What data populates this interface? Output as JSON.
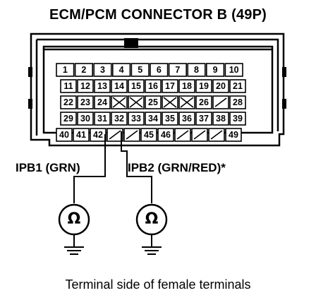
{
  "title": "ECM/PCM CONNECTOR B (49P)",
  "connector": {
    "rows": [
      [
        "1",
        "2",
        "3",
        "4",
        "5",
        "6",
        "7",
        "8",
        "9",
        "10"
      ],
      [
        "11",
        "12",
        "13",
        "14",
        "15",
        "16",
        "17",
        "18",
        "19",
        "20",
        "21"
      ],
      [
        "22",
        "23",
        "24",
        "",
        "",
        "25",
        "",
        "",
        "26",
        "",
        "28"
      ],
      [
        "29",
        "30",
        "31",
        "32",
        "33",
        "34",
        "35",
        "36",
        "37",
        "38",
        "39"
      ],
      [
        "40",
        "41",
        "42",
        "",
        "",
        "45",
        "46",
        "",
        "",
        "",
        "49"
      ]
    ]
  },
  "signals": {
    "ipb1": "IPB1 (GRN)",
    "ipb2": "IPB2 (GRN/RED)*"
  },
  "meters": {
    "symbol": "Ω",
    "icon": "ohmmeter-icon"
  },
  "caption": "Terminal side of female terminals"
}
